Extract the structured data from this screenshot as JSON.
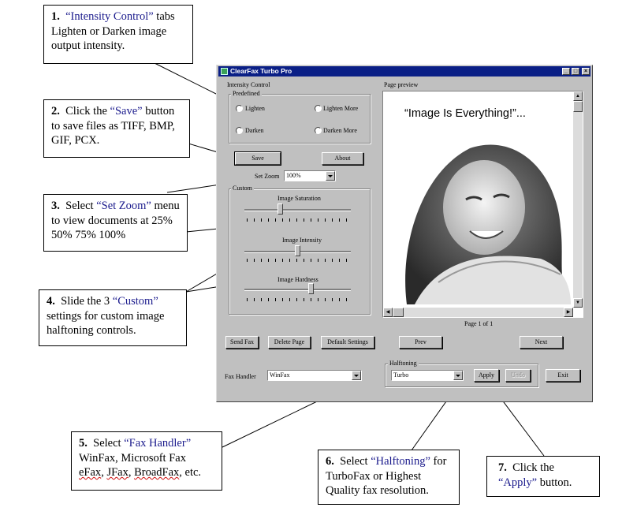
{
  "callouts": {
    "c1": {
      "num": "1.",
      "title": "“Intensity Control”",
      "text": "tabs Lighten or Darken image output intensity."
    },
    "c2": {
      "num": "2.",
      "pre": "Click the ",
      "title": "“Save”",
      "text": "button to save files as TIFF, BMP, GIF, PCX."
    },
    "c3": {
      "num": "3.",
      "pre": "Select ",
      "title": "“Set Zoom”",
      "text": "menu to view documents at 25% 50% 75% 100%"
    },
    "c4": {
      "num": "4.",
      "pre": "Slide the 3 ",
      "title": "“Custom”",
      "text": "settings for custom image halftoning controls."
    },
    "c5": {
      "num": "5.",
      "pre": "Select ",
      "title": "“Fax Handler”",
      "line2": "WinFax, Microsoft Fax",
      "line3_a": "eFax",
      "line3_b": ", ",
      "line3_c": "JFax",
      "line3_d": ", ",
      "line3_e": "BroadFax",
      "line3_f": ", etc."
    },
    "c6": {
      "num": "6.",
      "pre": "Select ",
      "title": "“Halftoning”",
      "text": "for TurboFax or Highest Quality fax resolution."
    },
    "c7": {
      "num": "7.",
      "pre": "Click the ",
      "title": "“Apply”",
      "text": " button."
    }
  },
  "window": {
    "title": "ClearFax Turbo Pro",
    "intensity_label": "Intensity Control",
    "predefined_label": "Predefined",
    "radios": [
      "Lighten",
      "Lighten More",
      "Darken",
      "Darken More"
    ],
    "save_label": "Save",
    "about_label": "About",
    "zoom_label": "Set Zoom",
    "zoom_value": "100%",
    "custom_label": "Custom",
    "sliders": [
      {
        "label": "Image Saturation",
        "value": 0.33
      },
      {
        "label": "Image Intensity",
        "value": 0.5
      },
      {
        "label": "Image Hardness",
        "value": 0.63
      }
    ],
    "send_fax": "Send Fax",
    "delete_page": "Delete Page",
    "default_settings": "Default Settings",
    "fax_handler_label": "Fax Handler",
    "fax_handler_value": "WinFax",
    "preview_label": "Page preview",
    "preview_heading": "“Image Is Everything!”...",
    "page_indicator": "Page 1 of 1",
    "prev_label": "Prev",
    "next_label": "Next",
    "halftoning_label": "Halftoning",
    "halftoning_value": "Turbo",
    "apply_label": "Apply",
    "undo_label": "Undo",
    "exit_label": "Exit"
  },
  "colors": {
    "title_bar": "#0a1f86",
    "highlight_text": "#1a1a8c",
    "window_bg": "#c0c0c0"
  }
}
